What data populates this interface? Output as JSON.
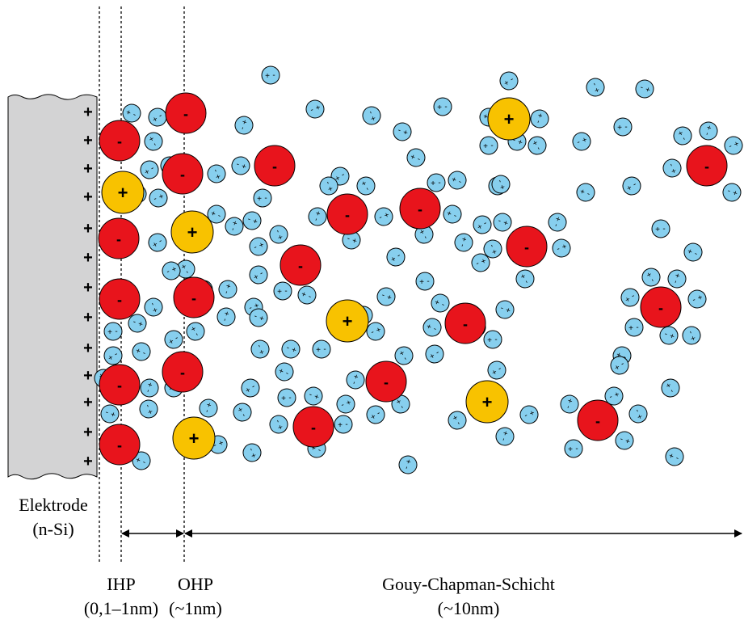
{
  "colors": {
    "anion": "#e8141c",
    "cation": "#f8c200",
    "water": "#87cfee",
    "electrode": "#d3d3d4",
    "outline": "#000000"
  },
  "symbols": {
    "plus": "+",
    "minus": "-"
  },
  "labels": {
    "electrode_line1": "Elektrode",
    "electrode_line2": "(n-Si)",
    "ihp_line1": "IHP",
    "ihp_line2": "(0,1–1nm)",
    "ohp_line1": "OHP",
    "ohp_line2": "(~1nm)",
    "gouy_line1": "Gouy-Chapman-Schicht",
    "gouy_line2": "(~10nm)"
  },
  "icons": {
    "anion": "anion-icon",
    "cation": "cation-icon",
    "water": "water-molecule-icon",
    "double_arrow": "double-arrow-icon"
  }
}
